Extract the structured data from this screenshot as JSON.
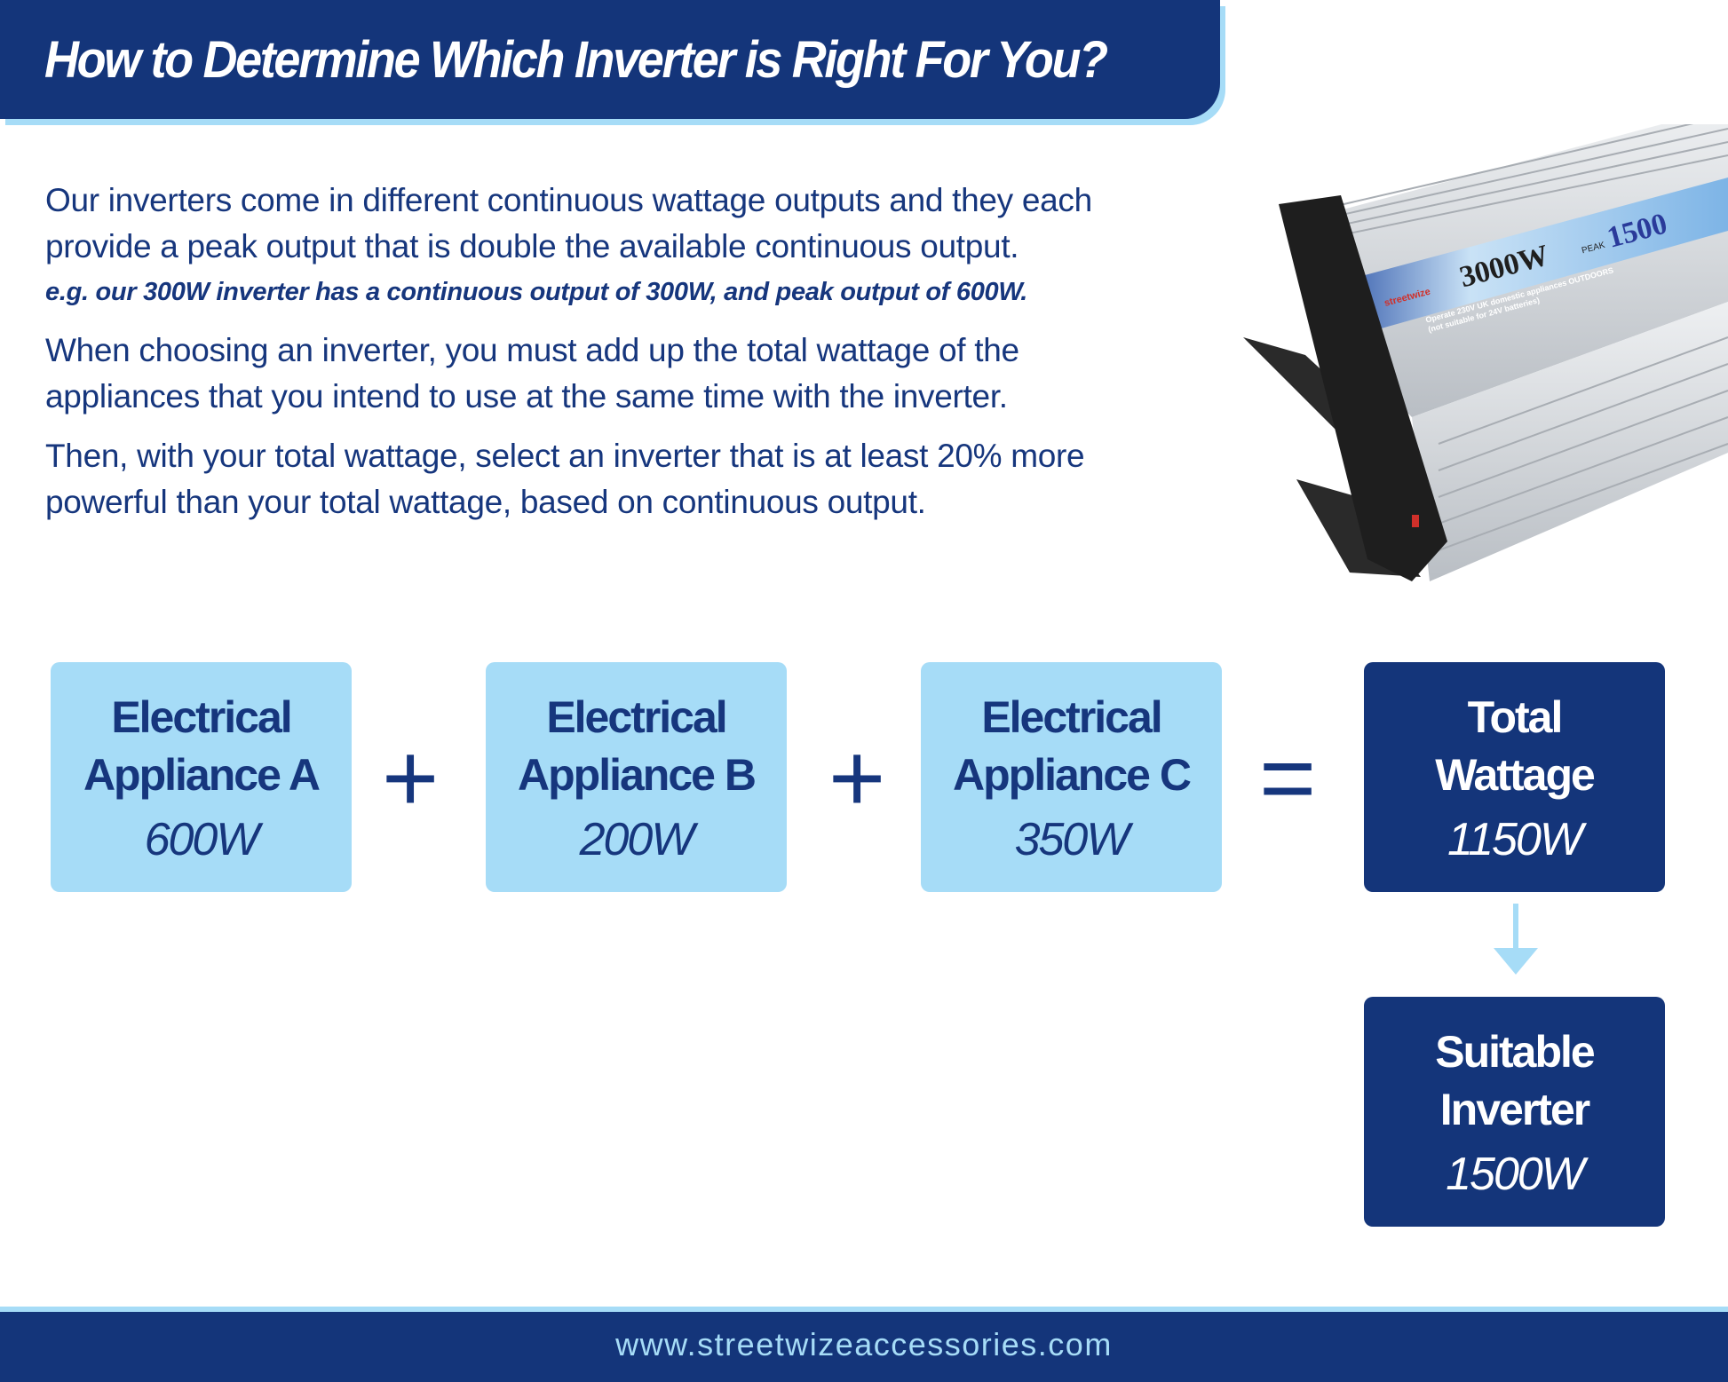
{
  "header": {
    "title": "How to Determine Which Inverter is Right For You?"
  },
  "intro": {
    "para1_line1": "Our inverters come in different continuous wattage outputs and they each",
    "para1_line2": "provide a peak output that is double the available continuous output.",
    "example": "e.g. our 300W inverter has a continuous output of 300W, and peak output of 600W.",
    "para2_line1": "When choosing an inverter, you must add up the total wattage of the",
    "para2_line2": "appliances that you intend to use at the same time with the inverter.",
    "para3_line1": "Then, with your total wattage, select an inverter that is at least 20% more",
    "para3_line2": "powerful than your total wattage, based on continuous output."
  },
  "product": {
    "brand": "streetwize",
    "wattage": "3000W",
    "peak_label": "PEAK",
    "peak_value": "1500",
    "label_line1": "Operate 230V UK domestic appliances OUTDOORS",
    "label_line2": "(not suitable for 24V batteries)"
  },
  "equation": {
    "plus": "+",
    "equals": "=",
    "appliances": [
      {
        "line1": "Electrical",
        "line2": "Appliance A",
        "watts": "600W"
      },
      {
        "line1": "Electrical",
        "line2": "Appliance B",
        "watts": "200W"
      },
      {
        "line1": "Electrical",
        "line2": "Appliance C",
        "watts": "350W"
      }
    ],
    "total": {
      "line1": "Total",
      "line2": "Wattage",
      "watts": "1150W"
    },
    "result": {
      "line1": "Suitable",
      "line2": "Inverter",
      "watts": "1500W"
    }
  },
  "colors": {
    "navy": "#14357a",
    "light_blue": "#a6dcf7",
    "text": "#16367d"
  },
  "footer": {
    "url": "www.streetwizeaccessories.com"
  }
}
